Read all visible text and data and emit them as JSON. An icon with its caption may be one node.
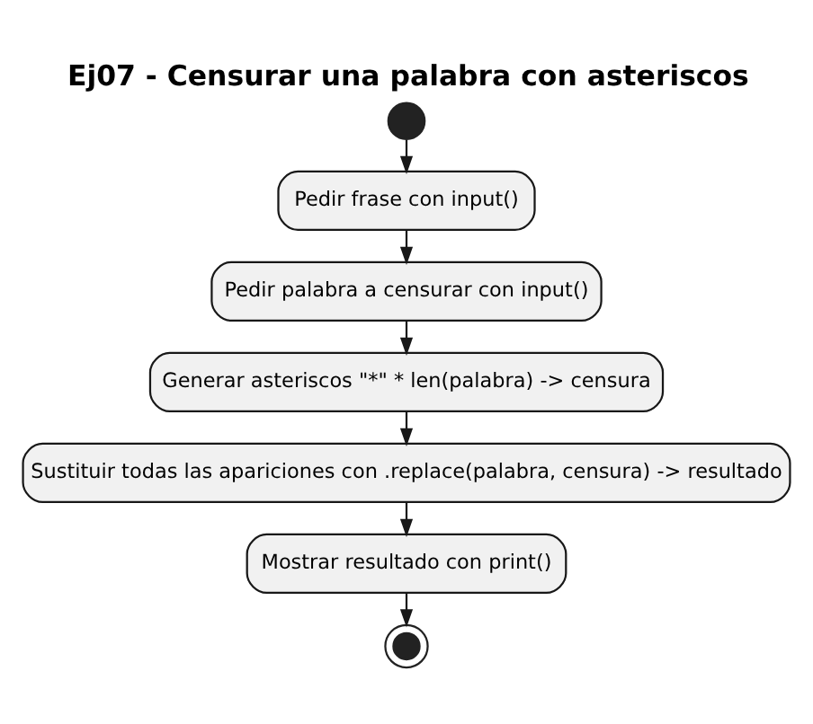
{
  "diagram": {
    "title": "Ej07 - Censurar una palabra con asteriscos",
    "nodes": [
      {
        "text": [],
        "shape": "circle"
      },
      {
        "text": [
          "Pedir frase con input()"
        ]
      },
      {
        "text": [
          "Pedir palabra a censurar con input()"
        ]
      },
      {
        "text": [
          "Generar asteriscos \"*\" * len(palabra) -> censura"
        ]
      },
      {
        "text": [
          "Sustituir todas las apariciones con .replace(palabra, censura) -> resultado"
        ]
      },
      {
        "text": [
          "Mostrar resultado con print()"
        ]
      },
      {
        "text": [],
        "shape": "circle"
      }
    ],
    "edges": [
      {
        "from": 0,
        "to": 1,
        "arrow": "to"
      },
      {
        "from": 1,
        "to": 2,
        "arrow": "to"
      },
      {
        "from": 2,
        "to": 3,
        "arrow": "to"
      },
      {
        "from": 3,
        "to": 4,
        "arrow": "to"
      },
      {
        "from": 4,
        "to": 5,
        "arrow": "to"
      },
      {
        "from": 5,
        "to": 6,
        "arrow": "to"
      }
    ]
  }
}
